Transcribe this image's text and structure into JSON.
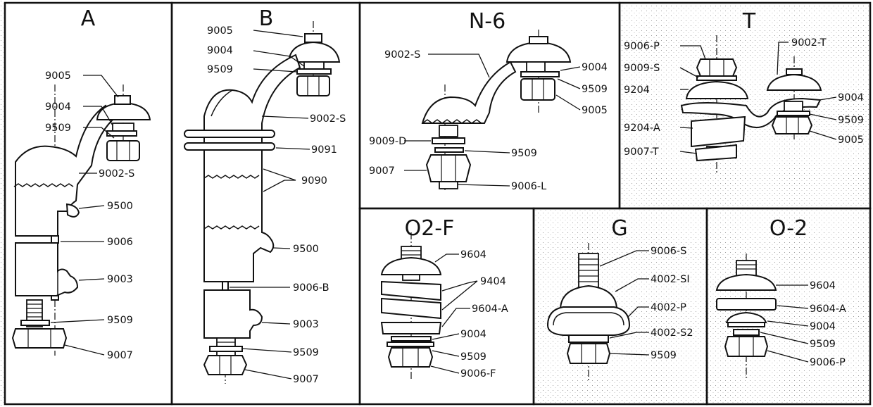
{
  "panels": {
    "A": {
      "title": "A",
      "labels": [
        "9005",
        "9004",
        "9509",
        "9002-S",
        "9500",
        "9006",
        "9003",
        "9509",
        "9007"
      ]
    },
    "B": {
      "title": "B",
      "labels": [
        "9005",
        "9004",
        "9509",
        "9002-S",
        "9091",
        "9090",
        "9500",
        "9006-B",
        "9003",
        "9509",
        "9007"
      ]
    },
    "N6": {
      "title": "N-6",
      "labels": [
        "9002-S",
        "9004",
        "9509",
        "9005",
        "9009-D",
        "9509",
        "9007",
        "9006-L"
      ]
    },
    "T": {
      "title": "T",
      "labels": [
        "9006-P",
        "9002-T",
        "9009-S",
        "9204",
        "9004",
        "9509",
        "9204-A",
        "9005",
        "9007-T"
      ]
    },
    "O2F": {
      "title": "O2-F",
      "labels": [
        "9604",
        "9404",
        "9604-A",
        "9004",
        "9509",
        "9006-F"
      ]
    },
    "G": {
      "title": "G",
      "labels": [
        "9006-S",
        "4002-SI",
        "4002-P",
        "4002-S2",
        "9509"
      ]
    },
    "O2": {
      "title": "O-2",
      "labels": [
        "9604",
        "9604-A",
        "9004",
        "9509",
        "9006-P"
      ]
    }
  }
}
